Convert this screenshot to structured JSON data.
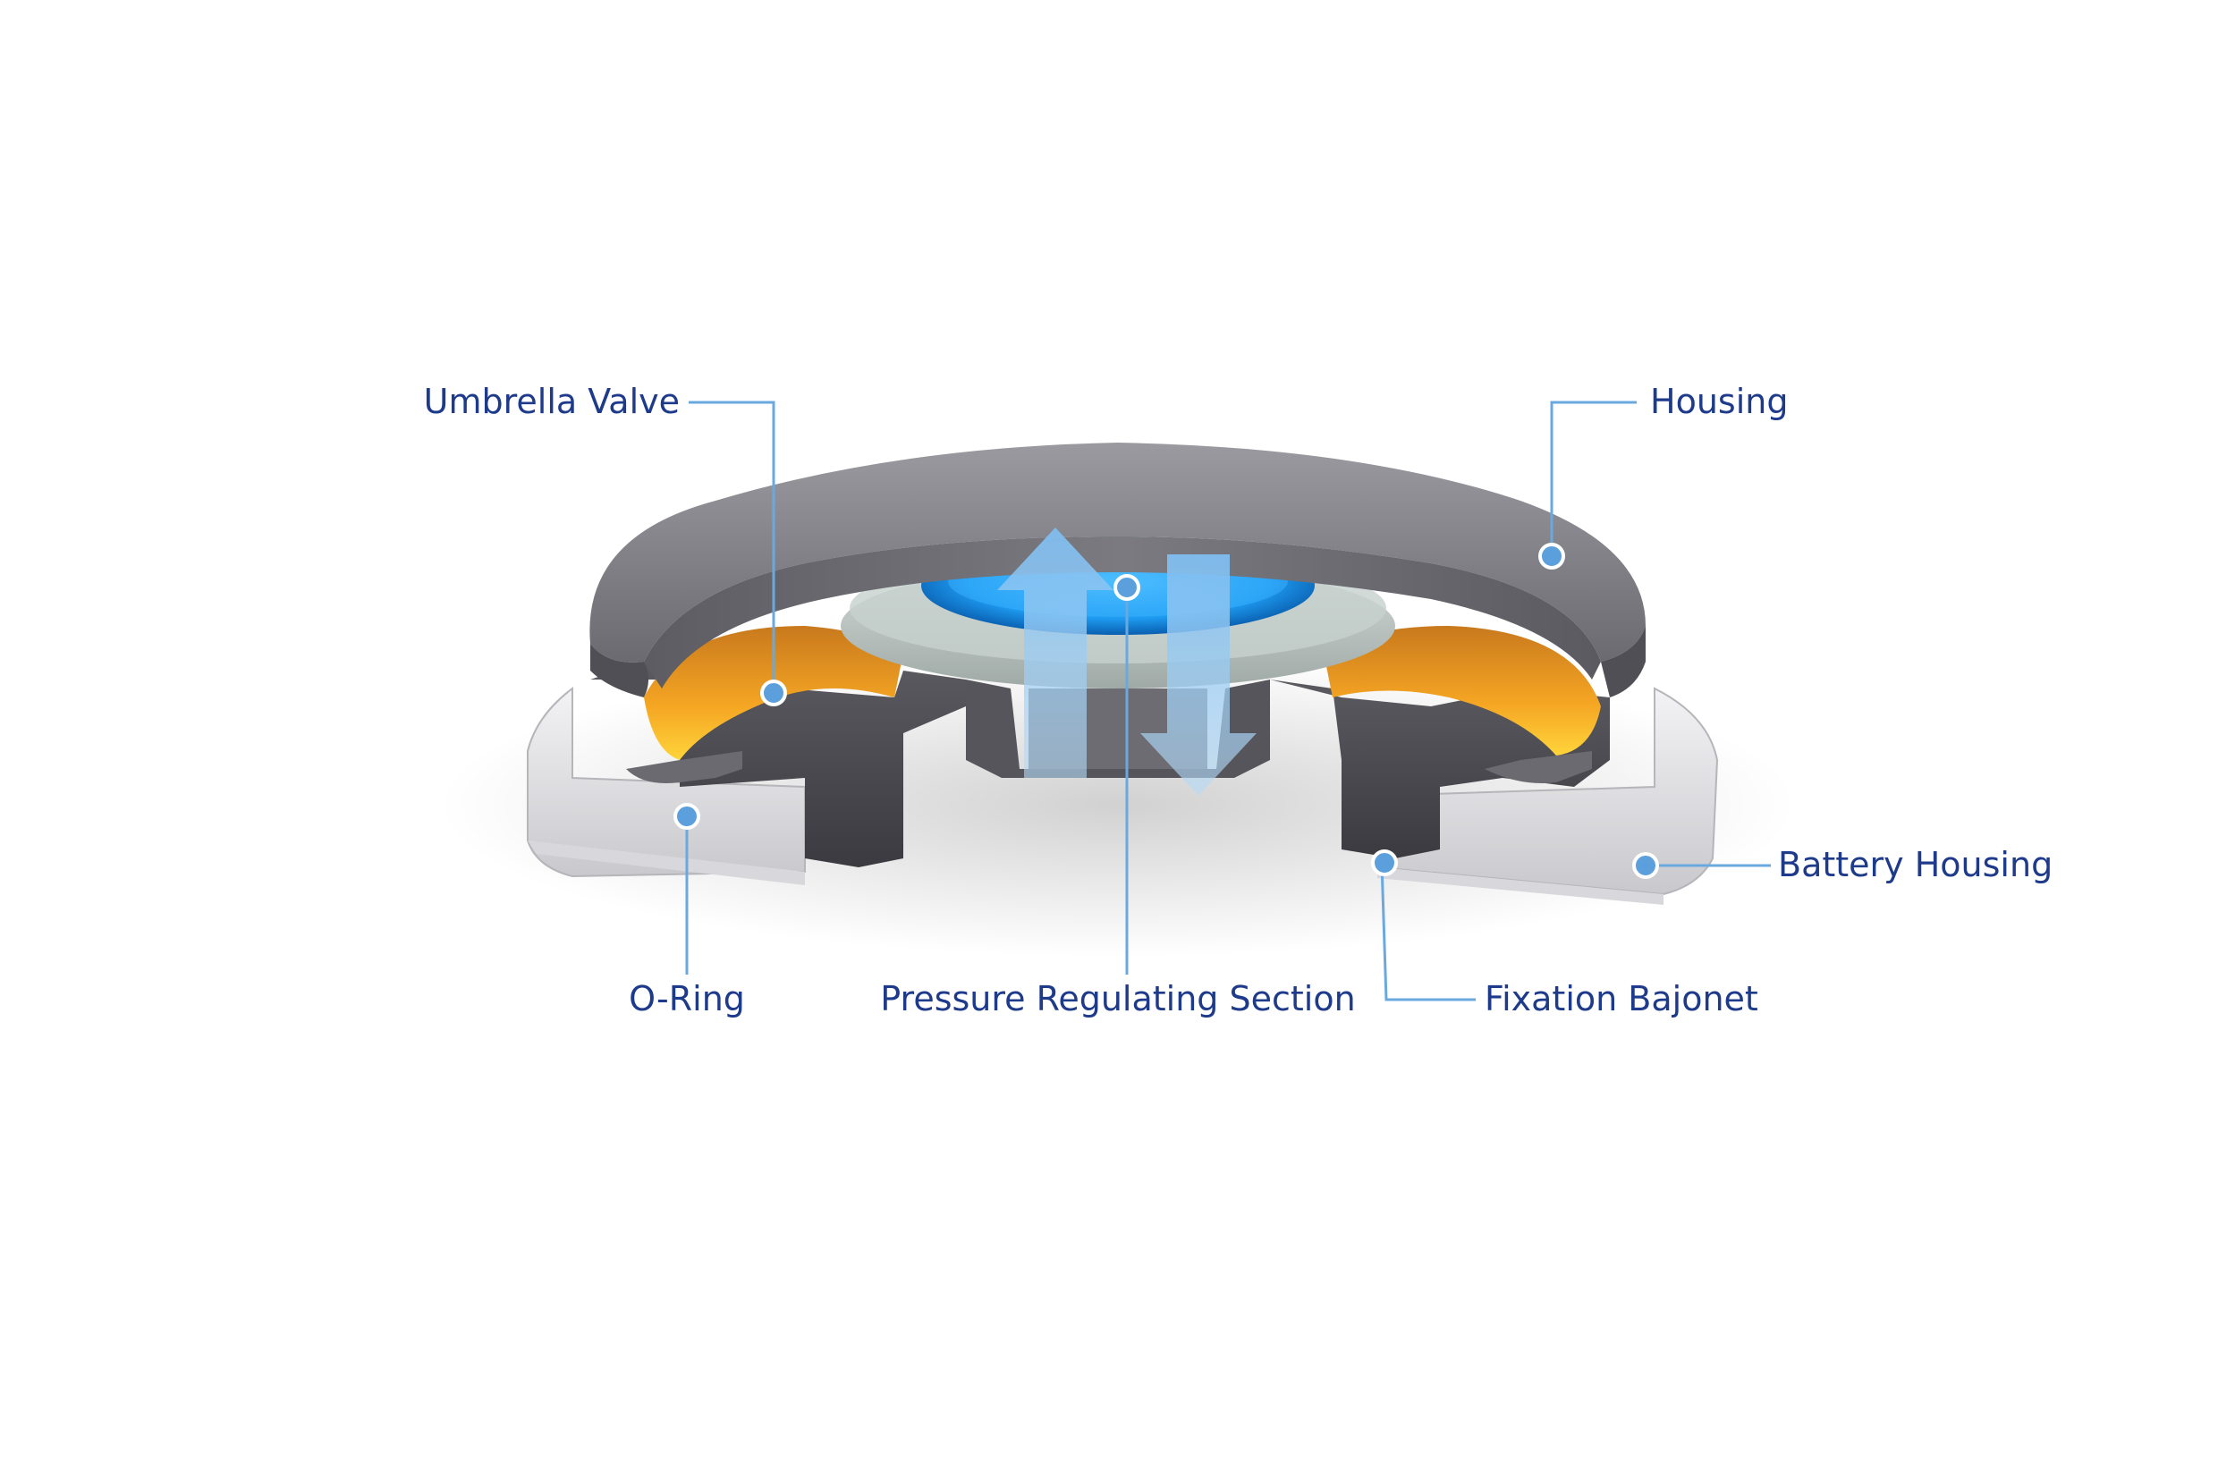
{
  "labels": {
    "umbrella_valve": "Umbrella Valve",
    "housing": "Housing",
    "battery_housing": "Battery Housing",
    "o_ring": "O-Ring",
    "pressure_regulating_section": "Pressure Regulating Section",
    "fixation_bajonet": "Fixation Bajonet"
  },
  "colors": {
    "label_text": "#1e3a8a",
    "leader_line": "#6aa9df",
    "marker_fill": "#5b9fdc",
    "housing_gray": "#6f6f75",
    "valve_orange": "#f5a623",
    "membrane_blue": "#1e9bf0",
    "battery_housing_light": "#e6e6e8",
    "arrow_blue": "#8cc4f2"
  },
  "icons": {
    "callout_marker": "circle-dot",
    "flow_arrows": "up-down-arrows"
  }
}
